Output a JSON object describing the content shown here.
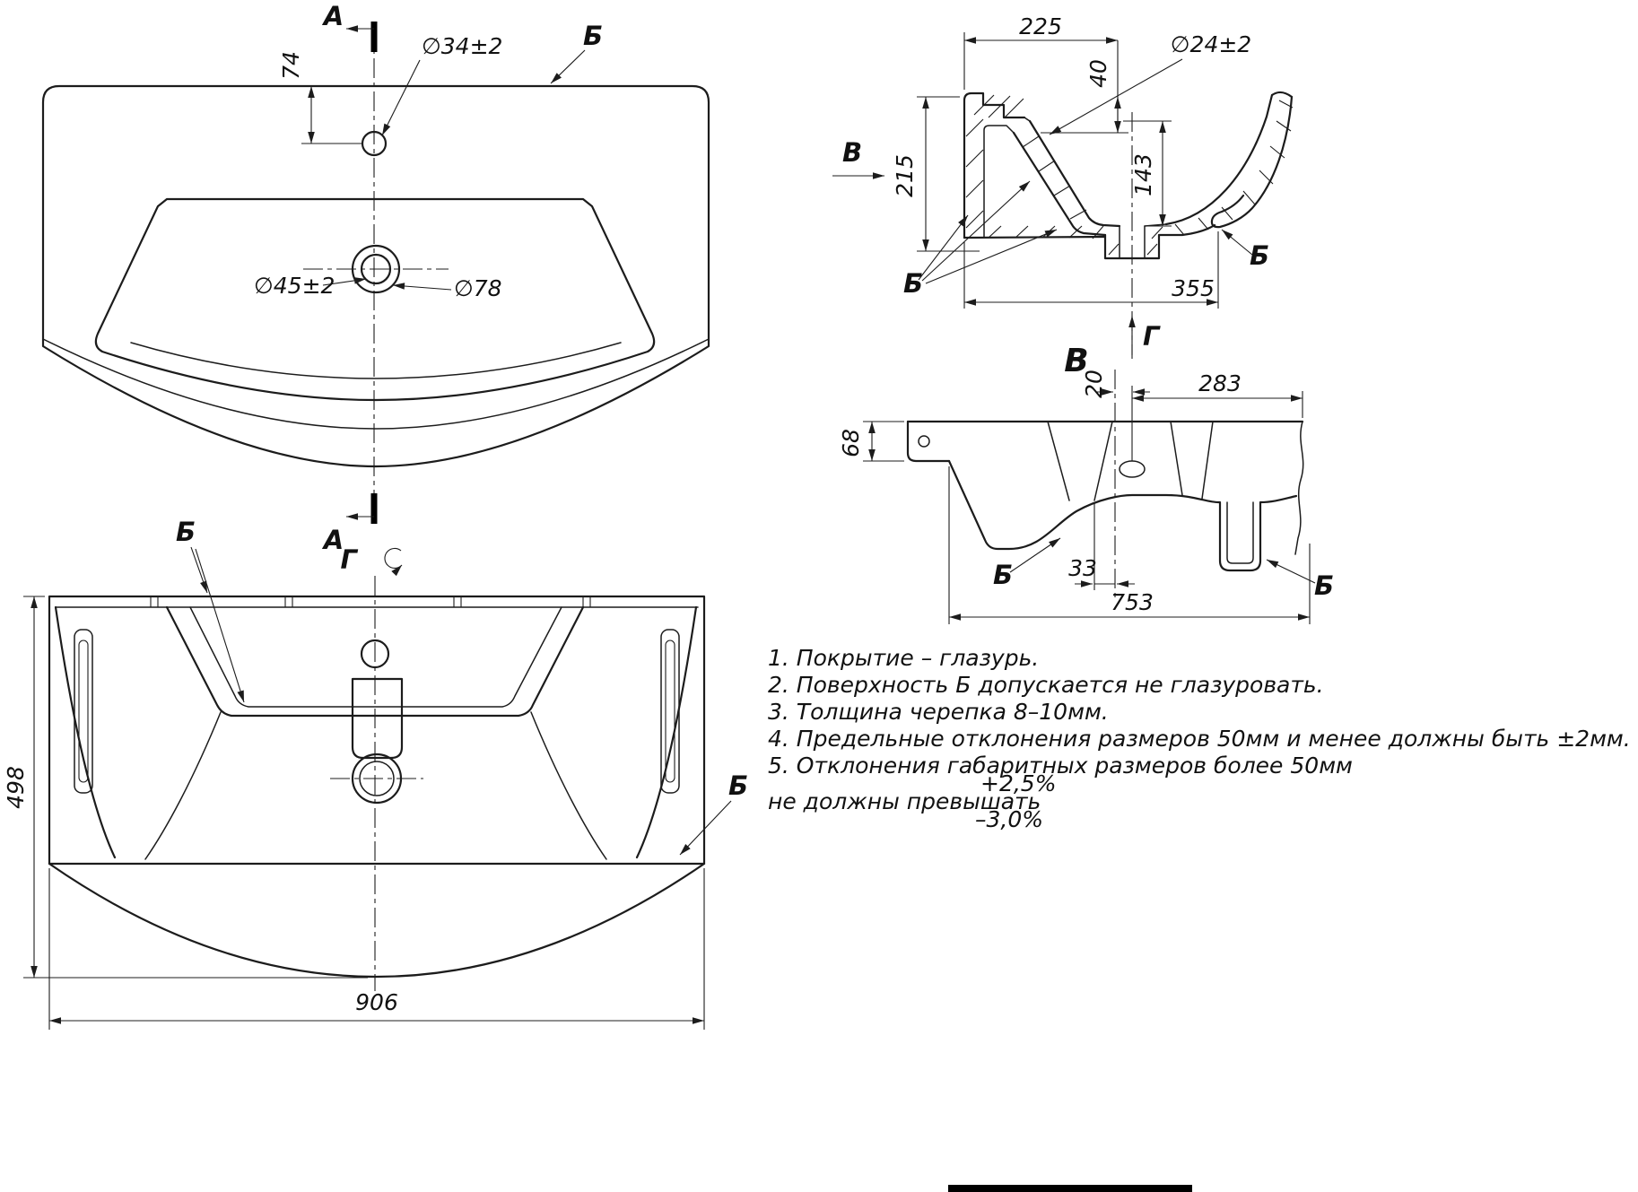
{
  "ink": "#1c1c1c",
  "background": "#ffffff",
  "plan_view": {
    "section_a_top": "А",
    "section_a_bottom": "А",
    "view_g": "Г",
    "dim_74": "74",
    "dim_faucet_hole": "∅34±2",
    "dim_drain_inner": "∅45±2",
    "dim_drain_outer": "∅78",
    "surface_b": "Б"
  },
  "front_view": {
    "surface_b_left": "Б",
    "surface_b_right": "Б",
    "dim_height": "498",
    "dim_width": "906"
  },
  "section_view": {
    "dim_225": "225",
    "dim_40": "40",
    "dim_overflow_hole": "∅24±2",
    "dim_215": "215",
    "dim_143": "143",
    "dim_355": "355",
    "view_v": "В",
    "surface_b_left": "Б",
    "surface_b_right": "Б",
    "view_g": "Г"
  },
  "view_v": {
    "title": "В",
    "dim_20": "20",
    "dim_283": "283",
    "dim_68": "68",
    "dim_33": "33",
    "dim_753": "753",
    "surface_b_left": "Б",
    "surface_b_right": "Б"
  },
  "notes": {
    "line1": "1. Покрытие – глазурь.",
    "line2": "2. Поверхность Б допускается не глазуровать.",
    "line3": "3. Толщина черепка 8–10мм.",
    "line4": "4. Предельные отклонения размеров 50мм и менее должны быть ±2мм.",
    "line5": "5. Отклонения габаритных размеров более 50мм",
    "line6": "не должны превышать",
    "tol_plus": "+2,5%",
    "tol_minus": "–3,0%"
  }
}
